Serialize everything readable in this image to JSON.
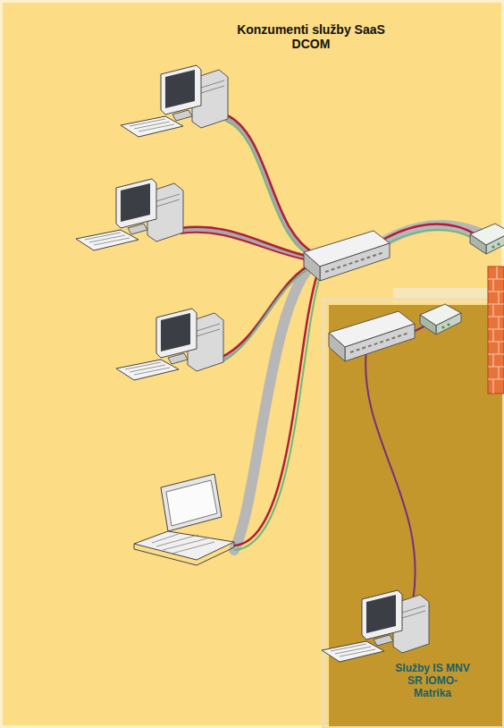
{
  "diagram": {
    "nodes": [
      {
        "text": [
          "Konzumenti služby SaaS DCOM"
        ]
      },
      {
        "text": [
          "Služby IS MNV SR IOMO-Matrika"
        ],
        "in": 0
      }
    ]
  }
}
